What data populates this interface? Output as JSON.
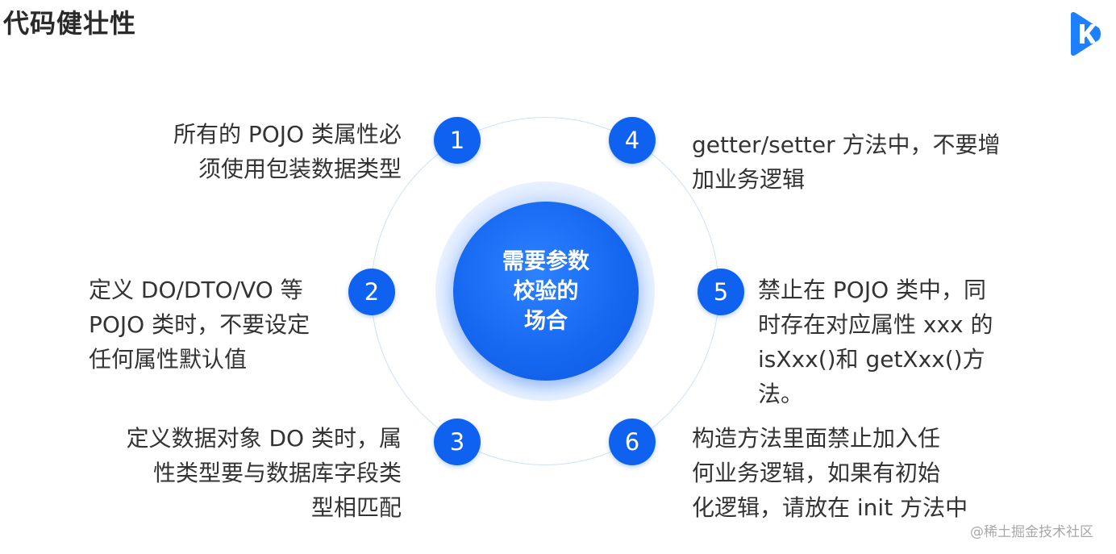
{
  "title": "代码健壮性",
  "center": {
    "text": "需要参数\n校验的\n场合"
  },
  "items": [
    {
      "number": "1",
      "text": "所有的 POJO 类属性必\n须使用包装数据类型"
    },
    {
      "number": "2",
      "text": "定义 DO/DTO/VO 等\nPOJO 类时，不要设定\n任何属性默认值"
    },
    {
      "number": "3",
      "text": "定义数据对象 DO 类时，属\n性类型要与数据库字段类\n型相匹配"
    },
    {
      "number": "4",
      "text": "getter/setter 方法中，不要增\n加业务逻辑"
    },
    {
      "number": "5",
      "text": "禁止在 POJO 类中，同\n时存在对应属性 xxx 的\nisXxx()和 getXxx()方法。"
    },
    {
      "number": "6",
      "text": "构造方法里面禁止加入任\n何业务逻辑，如果有初始\n化逻辑，请放在 init 方法中"
    }
  ],
  "watermark": "@稀土掘金技术社区",
  "colors": {
    "primary": "#0f62f0",
    "ring": "#cfe0fb",
    "text": "#333333"
  },
  "icons": {
    "logo": "k-logo-icon"
  }
}
